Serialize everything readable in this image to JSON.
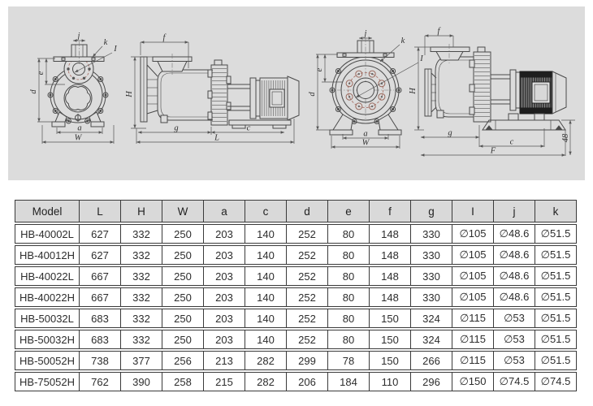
{
  "drawing": {
    "panel_bg": "#dcdcdc",
    "line_color": "#4a4a4a",
    "accent_red": "#a5685e",
    "labels": {
      "j": "j",
      "k": "k",
      "I": "I",
      "e": "e",
      "d": "d",
      "a": "a",
      "W": "W",
      "f": "f",
      "H": "H",
      "g": "g",
      "c": "c",
      "L": "L",
      "F": "F",
      "base_height": "48"
    }
  },
  "table": {
    "columns": [
      "Model",
      "L",
      "H",
      "W",
      "a",
      "c",
      "d",
      "e",
      "f",
      "g",
      "I",
      "j",
      "k"
    ],
    "rows": [
      [
        "HB-40002L",
        "627",
        "332",
        "250",
        "203",
        "140",
        "252",
        "80",
        "148",
        "330",
        "∅105",
        "∅48.6",
        "∅51.5"
      ],
      [
        "HB-40012H",
        "627",
        "332",
        "250",
        "203",
        "140",
        "252",
        "80",
        "148",
        "330",
        "∅105",
        "∅48.6",
        "∅51.5"
      ],
      [
        "HB-40022L",
        "667",
        "332",
        "250",
        "203",
        "140",
        "252",
        "80",
        "148",
        "330",
        "∅105",
        "∅48.6",
        "∅51.5"
      ],
      [
        "HB-40022H",
        "667",
        "332",
        "250",
        "203",
        "140",
        "252",
        "80",
        "148",
        "330",
        "∅105",
        "∅48.6",
        "∅51.5"
      ],
      [
        "HB-50032L",
        "683",
        "332",
        "250",
        "203",
        "140",
        "252",
        "80",
        "150",
        "324",
        "∅115",
        "∅53",
        "∅51.5"
      ],
      [
        "HB-50032H",
        "683",
        "332",
        "250",
        "203",
        "140",
        "252",
        "80",
        "150",
        "324",
        "∅115",
        "∅53",
        "∅51.5"
      ],
      [
        "HB-50052H",
        "738",
        "377",
        "256",
        "213",
        "282",
        "299",
        "78",
        "150",
        "266",
        "∅115",
        "∅53",
        "∅51.5"
      ],
      [
        "HB-75052H",
        "762",
        "390",
        "258",
        "215",
        "282",
        "206",
        "184",
        "110",
        "296",
        "∅150",
        "∅74.5",
        "∅74.5"
      ]
    ]
  }
}
